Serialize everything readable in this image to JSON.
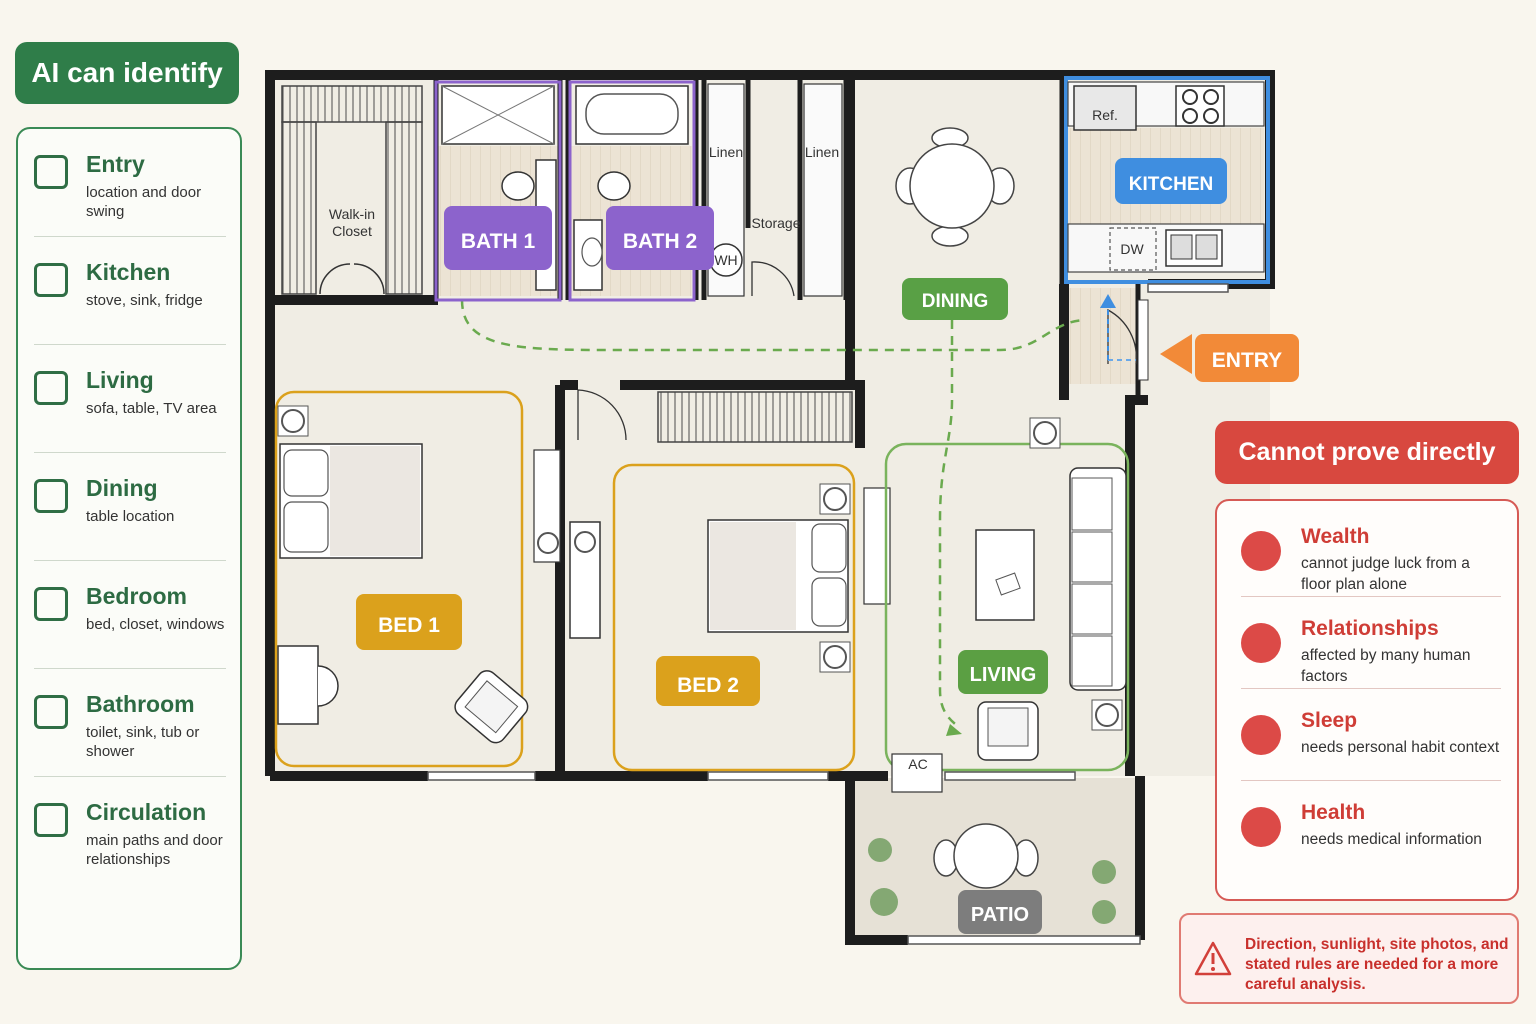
{
  "left_panel": {
    "title": "AI can identify",
    "items": [
      {
        "name": "Entry",
        "desc": "location and door swing"
      },
      {
        "name": "Kitchen",
        "desc": "stove, sink, fridge"
      },
      {
        "name": "Living",
        "desc": "sofa, table, TV area"
      },
      {
        "name": "Dining",
        "desc": "table location"
      },
      {
        "name": "Bedroom",
        "desc": "bed, closet, windows"
      },
      {
        "name": "Bathroom",
        "desc": "toilet, sink, tub or shower"
      },
      {
        "name": "Circulation",
        "desc": "main paths and door relationships"
      }
    ]
  },
  "right_panel": {
    "title": "Cannot prove directly",
    "items": [
      {
        "name": "Wealth",
        "desc": "cannot judge luck from a floor plan alone"
      },
      {
        "name": "Relationships",
        "desc": "affected by many human factors"
      },
      {
        "name": "Sleep",
        "desc": "needs personal habit context"
      },
      {
        "name": "Health",
        "desc": "needs medical information"
      }
    ],
    "warning": "Direction, sunlight, site photos, and stated rules are needed for a more careful analysis."
  },
  "plan": {
    "rooms": {
      "bath1": "BATH 1",
      "bath2": "BATH 2",
      "kitchen": "KITCHEN",
      "dining": "DINING",
      "entry": "ENTRY",
      "bed1": "BED 1",
      "bed2": "BED 2",
      "living": "LIVING",
      "patio": "PATIO"
    },
    "fixtures": {
      "closet_line1": "Walk-in",
      "closet_line2": "Closet",
      "linen1": "Linen",
      "linen2": "Linen",
      "storage": "Storage",
      "wh": "WH",
      "ref": "Ref.",
      "dw": "DW",
      "ac": "AC"
    },
    "colors": {
      "bath": "#8c63cc",
      "kitchen": "#3f8ee0",
      "dining": "#59a045",
      "entry": "#f28a38",
      "bed": "#dba11c",
      "living": "#5b9f43",
      "patio": "#7d7d7d",
      "circulation": "#6aaa4e"
    }
  }
}
